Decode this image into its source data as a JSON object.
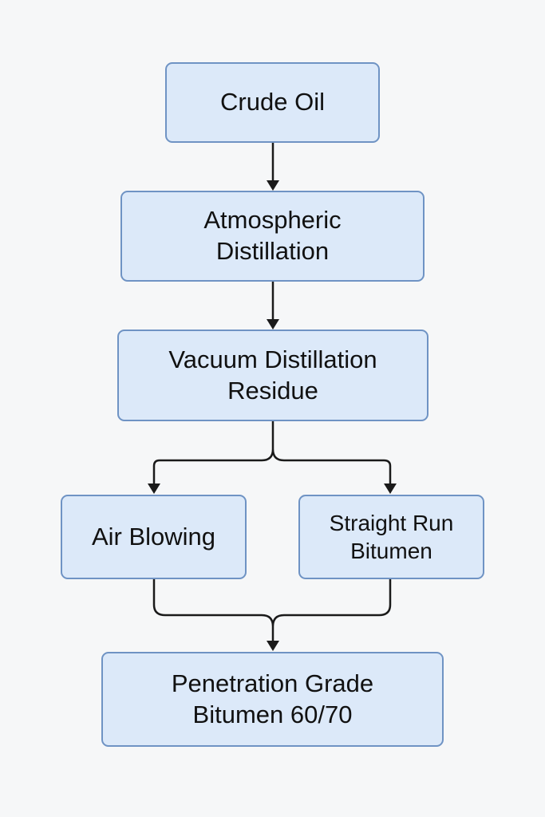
{
  "diagram": {
    "nodes": {
      "crude_oil": "Crude Oil",
      "atmospheric_distillation": "Atmospheric\nDistillation",
      "vacuum_distillation_residue": "Vacuum Distillation\nResidue",
      "air_blowing": "Air Blowing",
      "straight_run_bitumen": "Straight Run\nBitumen",
      "penetration_grade_bitumen": "Penetration Grade\nBitumen 60/70"
    }
  }
}
